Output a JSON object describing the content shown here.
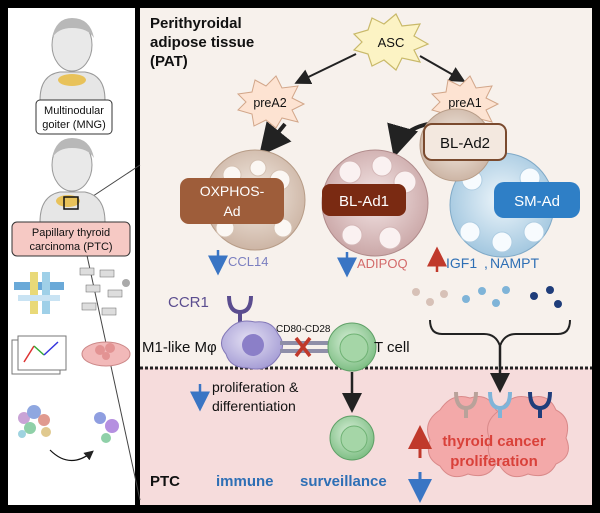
{
  "panel": {
    "title_lines": [
      "Perithyroidal",
      "adipose tissue",
      "(PAT)"
    ],
    "ptc_label": "PTC"
  },
  "left": {
    "mng_lines": [
      "Multinodular",
      "goiter (MNG)"
    ],
    "ptc_lines": [
      "Papillary thyroid",
      "carcinoma (PTC)"
    ]
  },
  "cells": {
    "asc": "ASC",
    "prea2": "preA2",
    "prea1": "preA1",
    "oxphos_lines": [
      "OXPHOS-",
      "Ad"
    ],
    "bl_ad1": "BL-Ad1",
    "bl_ad2": "BL-Ad2",
    "sm_ad": "SM-Ad",
    "t_cell": "T cell",
    "macrophage": "M1-like Mφ"
  },
  "labels": {
    "ccl14": "CCL14",
    "adipoq": "ADIPOQ",
    "igf1": "IGF1",
    "nampt": "NAMPT",
    "ccr1": "CCR1",
    "cd80_cd28": "CD80-CD28",
    "prolif_diff_lines": [
      "proliferation &",
      "differentiation"
    ],
    "thyroid_cancer_lines": [
      "thyroid cancer",
      "proliferation"
    ],
    "immune": "immune",
    "surveillance": "surveillance"
  },
  "colors": {
    "down_arrow": "#3a75c4",
    "up_arrow": "#c0392b",
    "ccl14_text": "#7b7fc0",
    "adipoq_text": "#d36a6a",
    "blue_text": "#2e6fb5",
    "cancer_text": "#d9413a"
  }
}
